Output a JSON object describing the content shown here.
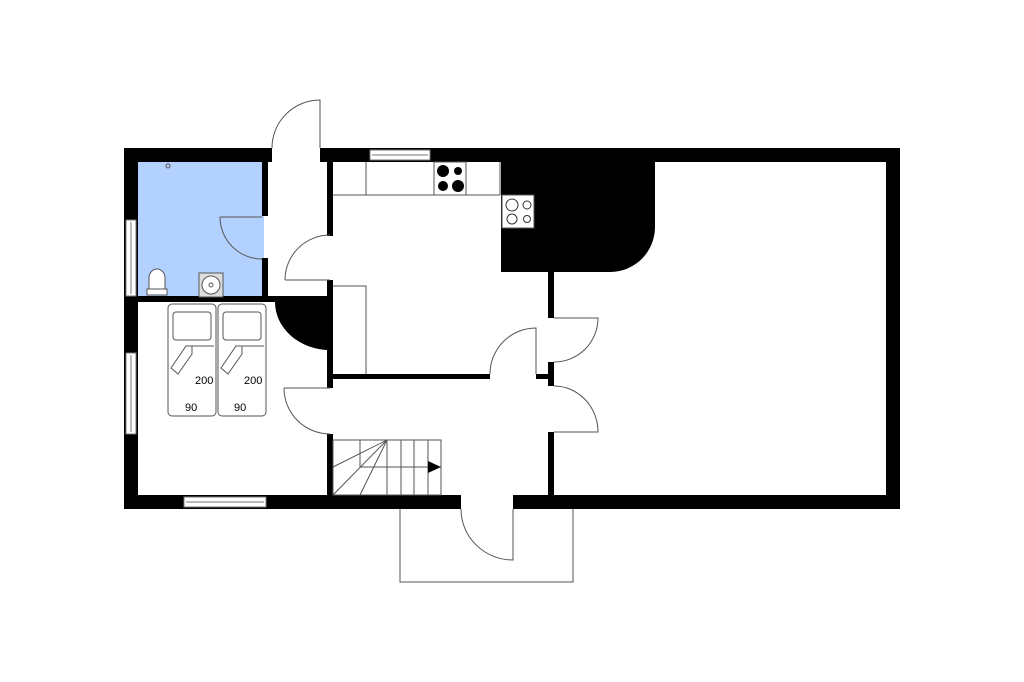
{
  "colors": {
    "wall": "#000000",
    "bathroom": "#b3d1ff",
    "line": "#555555",
    "background": "#ffffff"
  },
  "beds": [
    {
      "length_label": "200",
      "width_label": "90"
    },
    {
      "length_label": "200",
      "width_label": "90"
    }
  ]
}
